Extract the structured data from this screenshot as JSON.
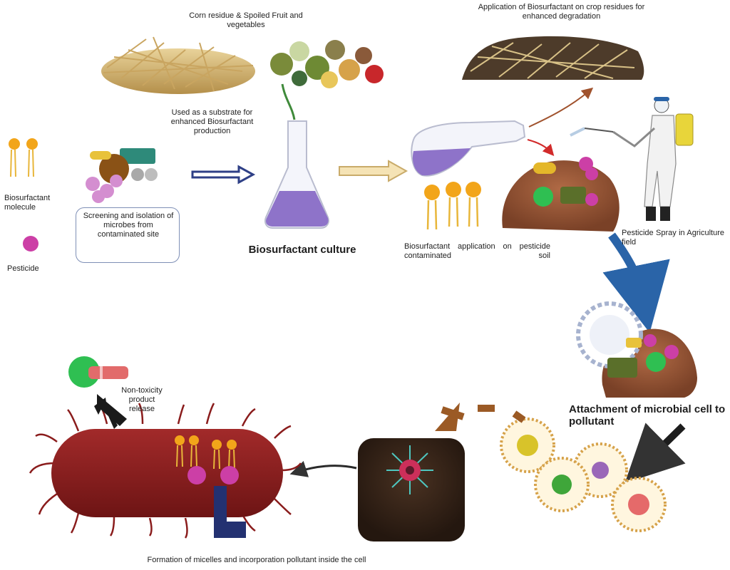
{
  "labels": {
    "corn_residue": "Corn residue & Spoiled Fruit and vegetables",
    "crop_application": "Application of Biosurfactant on crop residues for enhanced degradation",
    "substrate": "Used as a substrate for enhanced Biosurfactant production",
    "legend_biosurfactant": "Biosurfactant molecule",
    "legend_pesticide": "Pesticide",
    "screening": "Screening and isolation of microbes from contaminated site",
    "culture": "Biosurfactant culture",
    "soil_application": "Biosurfactant application on pesticide contaminated soil",
    "spray": "Pesticide Spray in Agriculture field",
    "attachment": "Attachment of microbial cell to pollutant",
    "non_toxicity": "Non-toxicity product release",
    "micelles": "Formation of micelles and incorporation pollutant inside the cell"
  },
  "colors": {
    "biosurfactant_head": "#f2a51a",
    "biosurfactant_tail": "#e8b63a",
    "pesticide": "#cc3fa6",
    "bacterium": "#8a1c1c",
    "soil": "#9a5a3a",
    "culture_liquid": "#8e73c9",
    "arrow_navy": "#2e3f86",
    "arrow_blue": "#2a64a8",
    "arrow_brown": "#9b5a25"
  }
}
